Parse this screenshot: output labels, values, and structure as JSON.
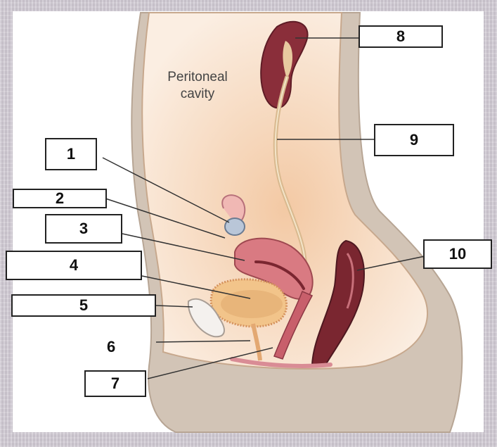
{
  "diagram": {
    "cavity_label_line1": "Peritoneal",
    "cavity_label_line2": "cavity",
    "labels": {
      "l1": "1",
      "l2": "2",
      "l3": "3",
      "l4": "4",
      "l5": "5",
      "l6": "6",
      "l7": "7",
      "l8": "8",
      "l9": "9",
      "l10": "10"
    },
    "colors": {
      "body_outline": "#c4b3a2",
      "peritoneum_fill": "#f6e0c8",
      "kidney": "#8a2e3a",
      "uterus": "#d97a82",
      "rectum": "#7a2630",
      "bladder": "#f2c48a",
      "bone": "#f4f1ee"
    }
  }
}
